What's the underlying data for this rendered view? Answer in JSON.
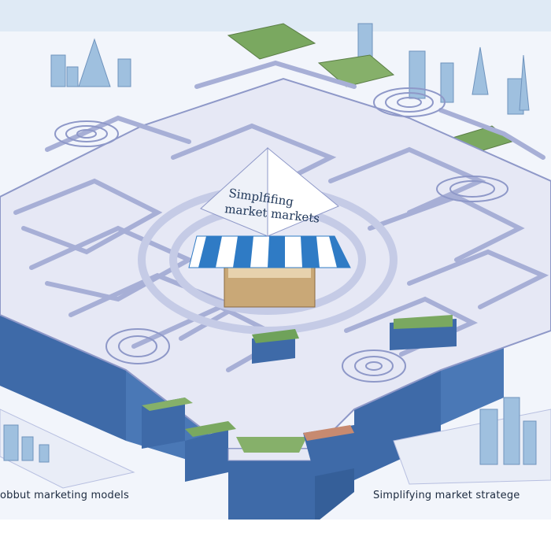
{
  "colors": {
    "sky": "#e7f0f8",
    "wall_top": "#e6e8f5",
    "wall_side": "#b7bfe0",
    "wall_front_blue": "#3e6aa8",
    "floor": "#f2f5fb",
    "awning_blue": "#2f7bc5",
    "awning_white": "#ffffff",
    "plant_green": "#6fa25a",
    "building": "#9fc0df"
  },
  "stall_roof": {
    "line1": "Simplfifing",
    "line2": "market markets"
  },
  "captions": {
    "left": "obbut marketing models",
    "right": "Simplifying market stratege"
  }
}
